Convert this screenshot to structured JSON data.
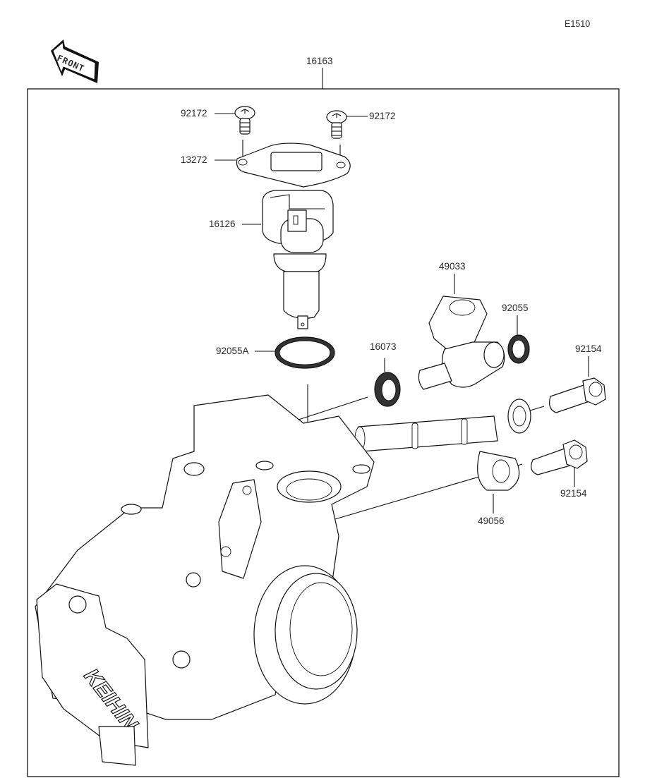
{
  "diagram": {
    "ref_code": "E1510",
    "front_indicator": "FRONT",
    "assembly_label": "16163",
    "brand_mark": "KEIHIN",
    "parts": [
      {
        "id": "p-92172-left",
        "number": "92172",
        "name": "screw"
      },
      {
        "id": "p-92172-right",
        "number": "92172",
        "name": "screw"
      },
      {
        "id": "p-13272",
        "number": "13272",
        "name": "plate"
      },
      {
        "id": "p-16126",
        "number": "16126",
        "name": "sensor"
      },
      {
        "id": "p-92055A",
        "number": "92055A",
        "name": "o-ring"
      },
      {
        "id": "p-49033",
        "number": "49033",
        "name": "sensor"
      },
      {
        "id": "p-92055",
        "number": "92055",
        "name": "o-ring"
      },
      {
        "id": "p-16073",
        "number": "16073",
        "name": "seal"
      },
      {
        "id": "p-92154-top",
        "number": "92154",
        "name": "bolt"
      },
      {
        "id": "p-92154-bottom",
        "number": "92154",
        "name": "bolt"
      },
      {
        "id": "p-49056",
        "number": "49056",
        "name": "pipe"
      }
    ]
  }
}
